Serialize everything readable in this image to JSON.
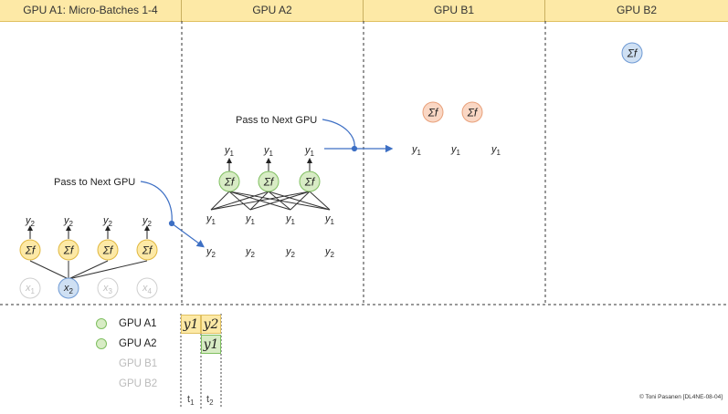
{
  "header": {
    "col1_bold": "GPU A1:",
    "col1_rest": " Micro-Batches 1-4",
    "col2": "GPU A2",
    "col3": "GPU B1",
    "col4": "GPU B2"
  },
  "annotations": {
    "pass_next_1": "Pass to Next GPU",
    "pass_next_2": "Pass to Next GPU"
  },
  "nodes": {
    "sum_label": "Σf",
    "y_var": "y",
    "x_var": "x",
    "sub1": "1",
    "sub2": "2",
    "sub3": "3",
    "sub4": "4"
  },
  "legend": [
    {
      "label": "GPU A1",
      "active": true
    },
    {
      "label": "GPU A2",
      "active": true
    },
    {
      "label": "GPU B1",
      "active": false
    },
    {
      "label": "GPU B2",
      "active": false
    }
  ],
  "timeline": {
    "cell_a1_t1": "y1",
    "cell_a1_t2": "y2",
    "cell_a2_t2": "y1",
    "t1": "t",
    "t1_sub": "1",
    "t2": "t",
    "t2_sub": "2"
  },
  "colors": {
    "header_bg": "#fde9a6",
    "yellow_node": "#fde9a6",
    "green_node": "#d8ecc5",
    "orange_node": "#fad7c4",
    "blue_node": "#cfe0f3"
  },
  "copyright": "© Toni Pasanen [DL4NE-08-04]"
}
